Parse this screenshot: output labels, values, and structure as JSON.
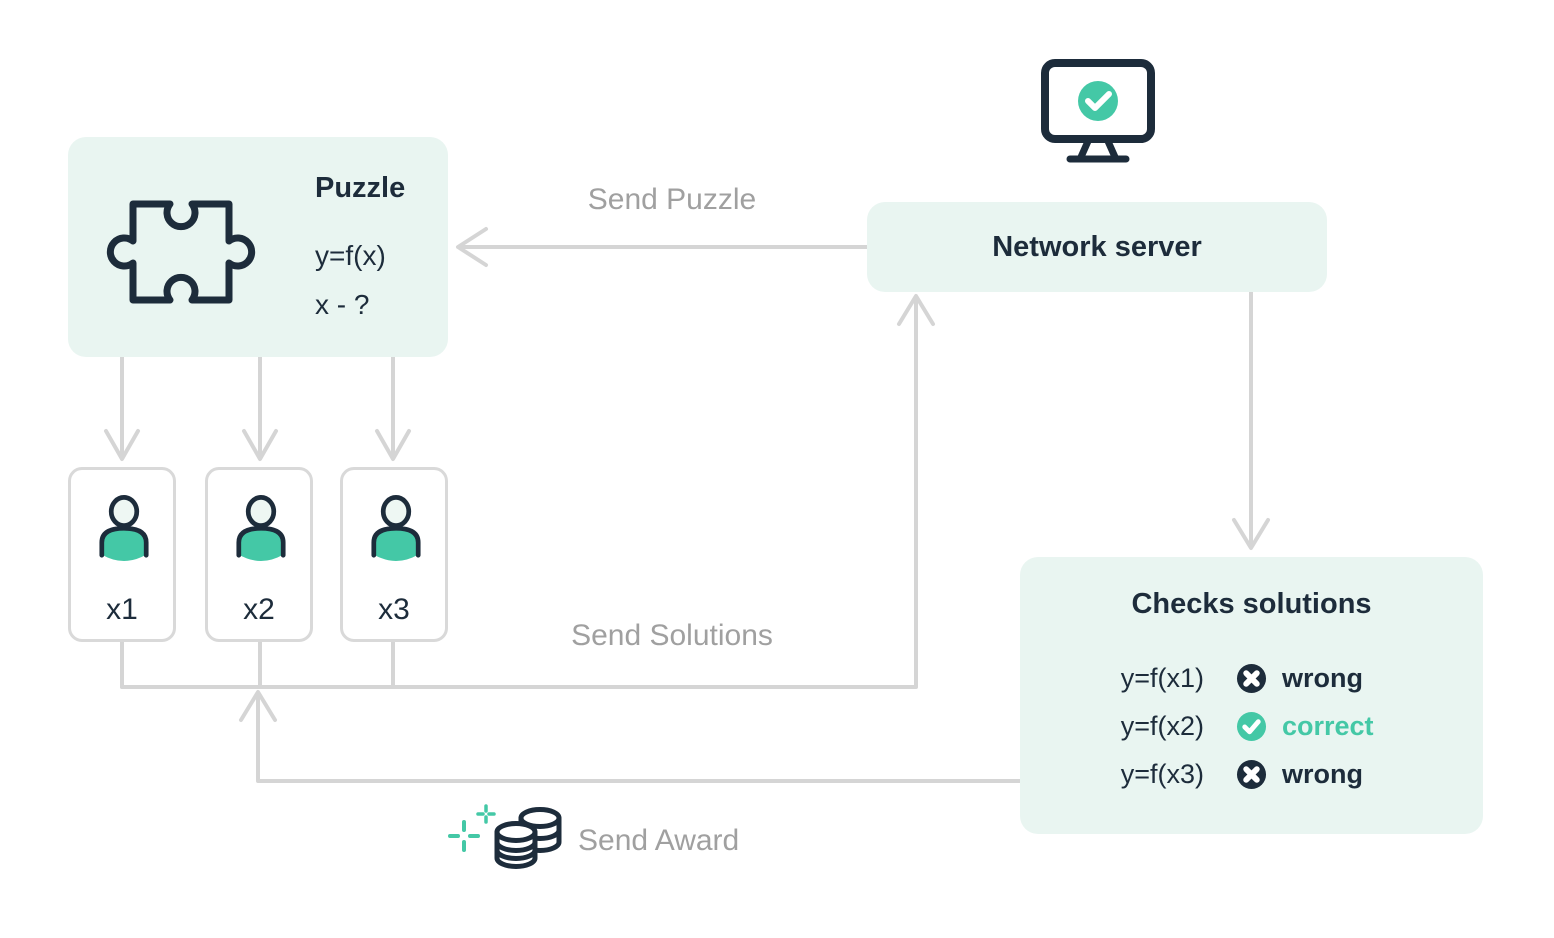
{
  "colors": {
    "accent_teal": "#44c8a6",
    "navy": "#1d2c3b",
    "mint_panel": "#e9f5f1",
    "arrow_gray": "#d5d5d5",
    "label_gray": "#a0a0a0"
  },
  "icons": [
    "puzzle-piece-icon",
    "monitor-check-icon",
    "user-icon",
    "cross-circle-icon",
    "check-circle-icon",
    "coins-sparkle-icon"
  ],
  "puzzle_box": {
    "title": "Puzzle",
    "formula": "y=f(x)",
    "question": "x - ?"
  },
  "network_server": {
    "label": "Network server"
  },
  "miners": [
    {
      "label": "x1"
    },
    {
      "label": "x2"
    },
    {
      "label": "x3"
    }
  ],
  "checks_box": {
    "title": "Checks solutions",
    "rows": [
      {
        "expr": "y=f(x1)",
        "result": "wrong",
        "status": "wrong"
      },
      {
        "expr": "y=f(x2)",
        "result": "correct",
        "status": "correct"
      },
      {
        "expr": "y=f(x3)",
        "result": "wrong",
        "status": "wrong"
      }
    ]
  },
  "flows": {
    "send_puzzle": "Send Puzzle",
    "send_solutions": "Send Solutions",
    "send_award": "Send Award"
  }
}
